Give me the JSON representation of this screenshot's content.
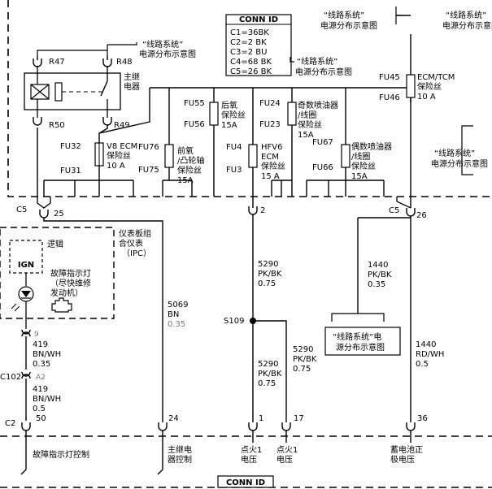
{
  "conn_top": {
    "title": "CONN ID",
    "rows": [
      "C1=36BK",
      "C2=2 BK",
      "C3=2 BU",
      "C4=68 BK",
      "C5=26 BK"
    ]
  },
  "conn_bottom": {
    "title": "CONN ID"
  },
  "refs": {
    "top_left": [
      "“线路系统”",
      "电源分布示意图"
    ],
    "top_mid": [
      "“线路系统”",
      "电源分布示意图"
    ],
    "top_center": [
      "“线路系统”",
      "电源分布示意图"
    ],
    "top_right": [
      "“线路系统”",
      "电源分布示意图"
    ],
    "right_mid": [
      "“线路系统”",
      "电源分布示意图"
    ],
    "lower_mid": [
      "“线路系统”电",
      "源分布示意图"
    ]
  },
  "relay": {
    "label": [
      "主继",
      "电器"
    ],
    "pins": {
      "r47": "R47",
      "r48": "R48",
      "r50": "R50",
      "r49": "R49"
    }
  },
  "fuses": {
    "fu32": "FU32",
    "fu31": "FU31",
    "v8_ecm": [
      "V8  ECM",
      "保险丝",
      "10 A"
    ],
    "fu76": "FU76",
    "fu75": "FU75",
    "front_o2": [
      "前氧",
      "/凸轮轴",
      "保险丝",
      "15A"
    ],
    "fu55": "FU55",
    "fu56": "FU56",
    "rear_o2": [
      "后氧",
      "保险丝",
      "15A"
    ],
    "fu4": "FU4",
    "fu3": "FU3",
    "hfv6": [
      "HFV6",
      "ECM",
      "保险丝",
      "15 A"
    ],
    "fu24": "FU24",
    "fu23": "FU23",
    "odd_inj": [
      "奇数喷油器",
      "/线圈",
      "保险丝",
      "15A"
    ],
    "fu67": "FU67",
    "fu66": "FU66",
    "even_inj": [
      "偶数喷油器",
      "/线圈",
      "保险丝",
      "15A"
    ],
    "fu45": "FU45",
    "fu46": "FU46",
    "ecm_tcm": [
      "ECM/TCM",
      "保险丝",
      "10 A"
    ]
  },
  "connectors": {
    "c5_left": "C5",
    "c5_left_pin": "25",
    "pin_2": "2",
    "c5_right": "C5",
    "c5_right_pin": "26",
    "c2": "C2",
    "c2_50": "50",
    "c2_24": "24",
    "c2_1": "1",
    "c2_17": "17",
    "c2_36": "36",
    "c102": "C102",
    "c102_a2": "A2",
    "ipc_pin9": "9"
  },
  "ipc": {
    "title": [
      "仪表板组",
      "合仪表",
      "（IPC）"
    ],
    "logic": "逻辑",
    "ign": "IGN",
    "mil": [
      "故障指示灯",
      "（尽快维修",
      "发动机）"
    ]
  },
  "splice": "S109",
  "wires": {
    "w419a": [
      "419",
      "BN/WH",
      "0.35"
    ],
    "w419b": [
      "419",
      "BN/WH",
      "0.5"
    ],
    "w5069": [
      "5069",
      "BN",
      "0.35"
    ],
    "w5290a": [
      "5290",
      "PK/BK",
      "0.75"
    ],
    "w5290b": [
      "5290",
      "PK/BK",
      "0.75"
    ],
    "w5290c": [
      "5290",
      "PK/BK",
      "0.75"
    ],
    "w1440a": [
      "1440",
      "PK/BK",
      "0.35"
    ],
    "w1440b": [
      "1440",
      "RD/WH",
      "0.5"
    ]
  },
  "bottom": {
    "mil_ctrl": "故障指示灯控制",
    "relay_ctrl": [
      "主继电",
      "器控制"
    ],
    "ign1a": [
      "点火1",
      "电压"
    ],
    "ign1b": [
      "点火1",
      "电压"
    ],
    "batt": [
      "蓄电池正",
      "极电压"
    ]
  }
}
